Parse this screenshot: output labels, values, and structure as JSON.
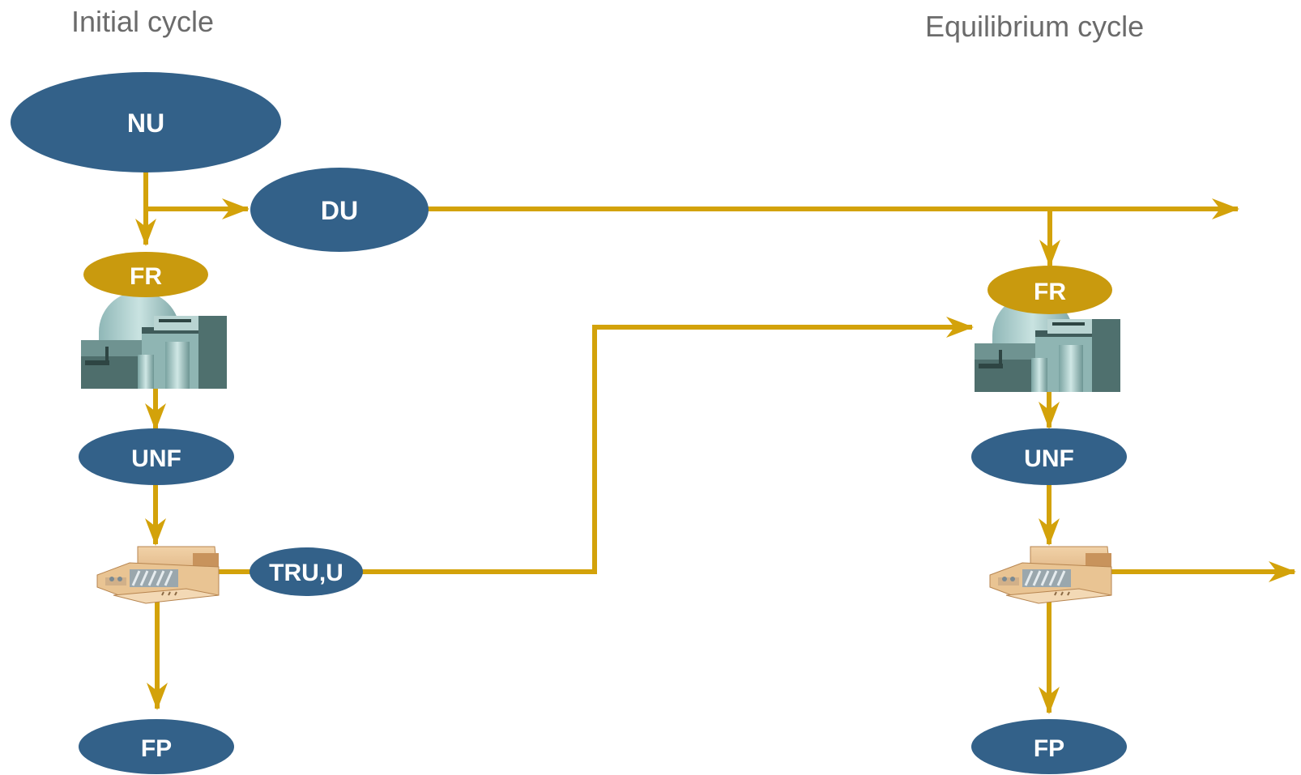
{
  "headings": {
    "initial": "Initial cycle",
    "equilibrium": "Equilibrium cycle"
  },
  "nodes": {
    "nu": "NU",
    "du": "DU",
    "fr_initial": "FR",
    "fr_equilibrium": "FR",
    "unf_initial": "UNF",
    "unf_equilibrium": "UNF",
    "tru_u": "TRU,U",
    "fp_initial": "FP",
    "fp_equilibrium": "FP"
  },
  "icons": {
    "reactor": "nuclear-reactor-plant-icon",
    "reprocessing": "reprocessing-facility-icon"
  },
  "colors": {
    "node_fill": "#336189",
    "fr_fill": "#c99a0e",
    "arrow": "#d3a20a",
    "heading_text": "#6b6b6b",
    "label_text": "#ffffff"
  }
}
